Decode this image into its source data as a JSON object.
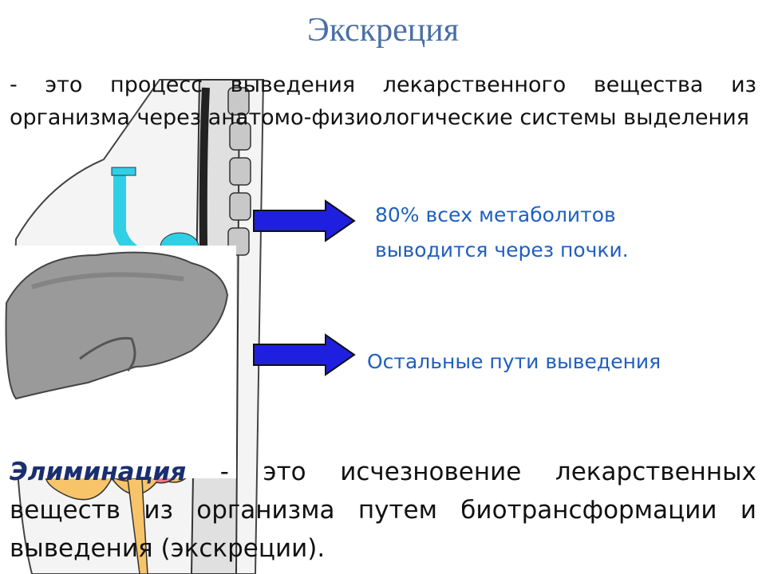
{
  "slide": {
    "title": "Экскреция",
    "intro_text": "- это процесс выведения лекарственного вещества из организма через анатомо-физиологические системы выделения",
    "notes": [
      "80% всех метаболитов выводится через почки.",
      "Остальные пути выведения"
    ],
    "definition": {
      "term": "Элиминация",
      "text": " - это исчезновение лекарственных веществ из организма путем биотрансформации и выведения (экскреции)."
    }
  },
  "colors": {
    "title": "#4a6fa5",
    "note_text": "#1f5fc0",
    "arrow_fill": "#1f1fe0",
    "term": "#1a2f6e",
    "body_text": "#111111"
  },
  "icons": [
    "body-anatomy-illustration",
    "liver-illustration",
    "arrow-right-icon"
  ]
}
